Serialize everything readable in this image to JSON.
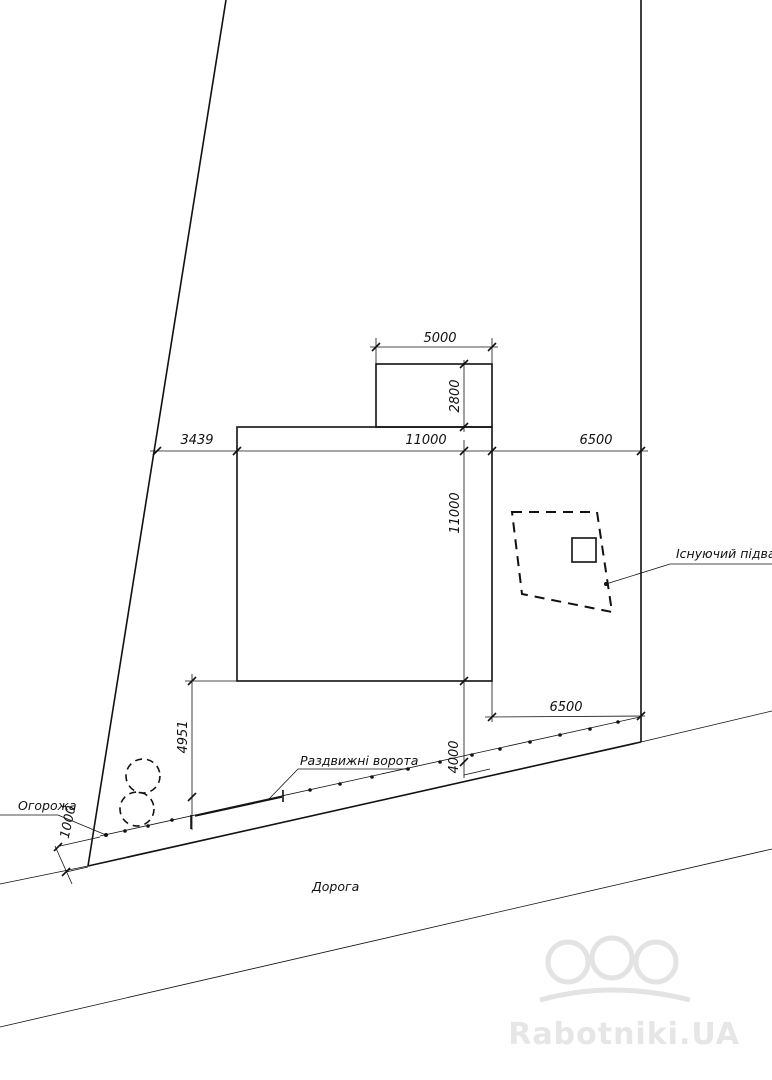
{
  "dimensions": {
    "annex_width": "5000",
    "annex_depth": "2800",
    "left_offset": "3439",
    "house_width": "11000",
    "right_offset": "6500",
    "house_depth": "11000",
    "front_offset": "4951",
    "lower_right": "6500",
    "fence_setback_right": "4000",
    "fence_setback_left": "1000"
  },
  "labels": {
    "cellar": "Існуючий підвал",
    "gate": "Раздвижні ворота",
    "fence": "Огорожа",
    "road": "Дорога"
  },
  "watermark": {
    "text": "Rabotniki.UA"
  }
}
